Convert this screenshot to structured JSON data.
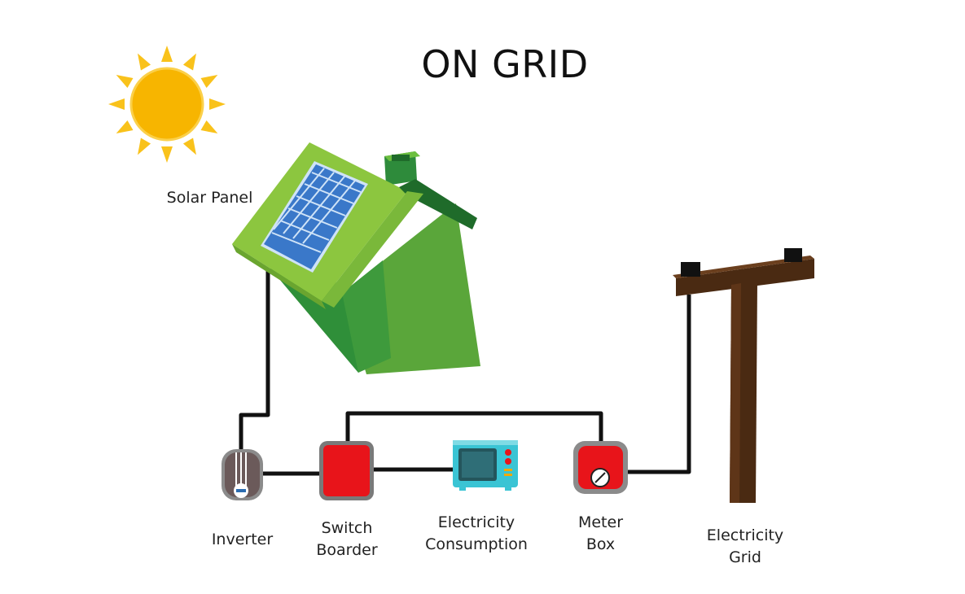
{
  "title": "ON GRID",
  "labels": {
    "solar_panel": "Solar Panel",
    "inverter": "Inverter",
    "switch_boarder": [
      "Switch",
      "Boarder"
    ],
    "consumption": [
      "Electricity",
      "Consumption"
    ],
    "meter_box": [
      "Meter",
      "Box"
    ],
    "electricity_grid": [
      "Electricity",
      "Grid"
    ]
  },
  "icons": [
    "sun-icon",
    "house-icon",
    "solar-panel-icon",
    "inverter-icon",
    "switch-board-icon",
    "microwave-icon",
    "meter-box-icon",
    "utility-pole-icon"
  ],
  "colors": {
    "sun": "#f7b500",
    "roof": "#8cc63f",
    "house_wall": "#2e8b3b",
    "panel": "#3a78c9",
    "switch_board": "#e8141a",
    "meter": "#e8141a",
    "microwave": "#3ac4d4",
    "pole": "#4a2a12",
    "wire": "#111111"
  }
}
